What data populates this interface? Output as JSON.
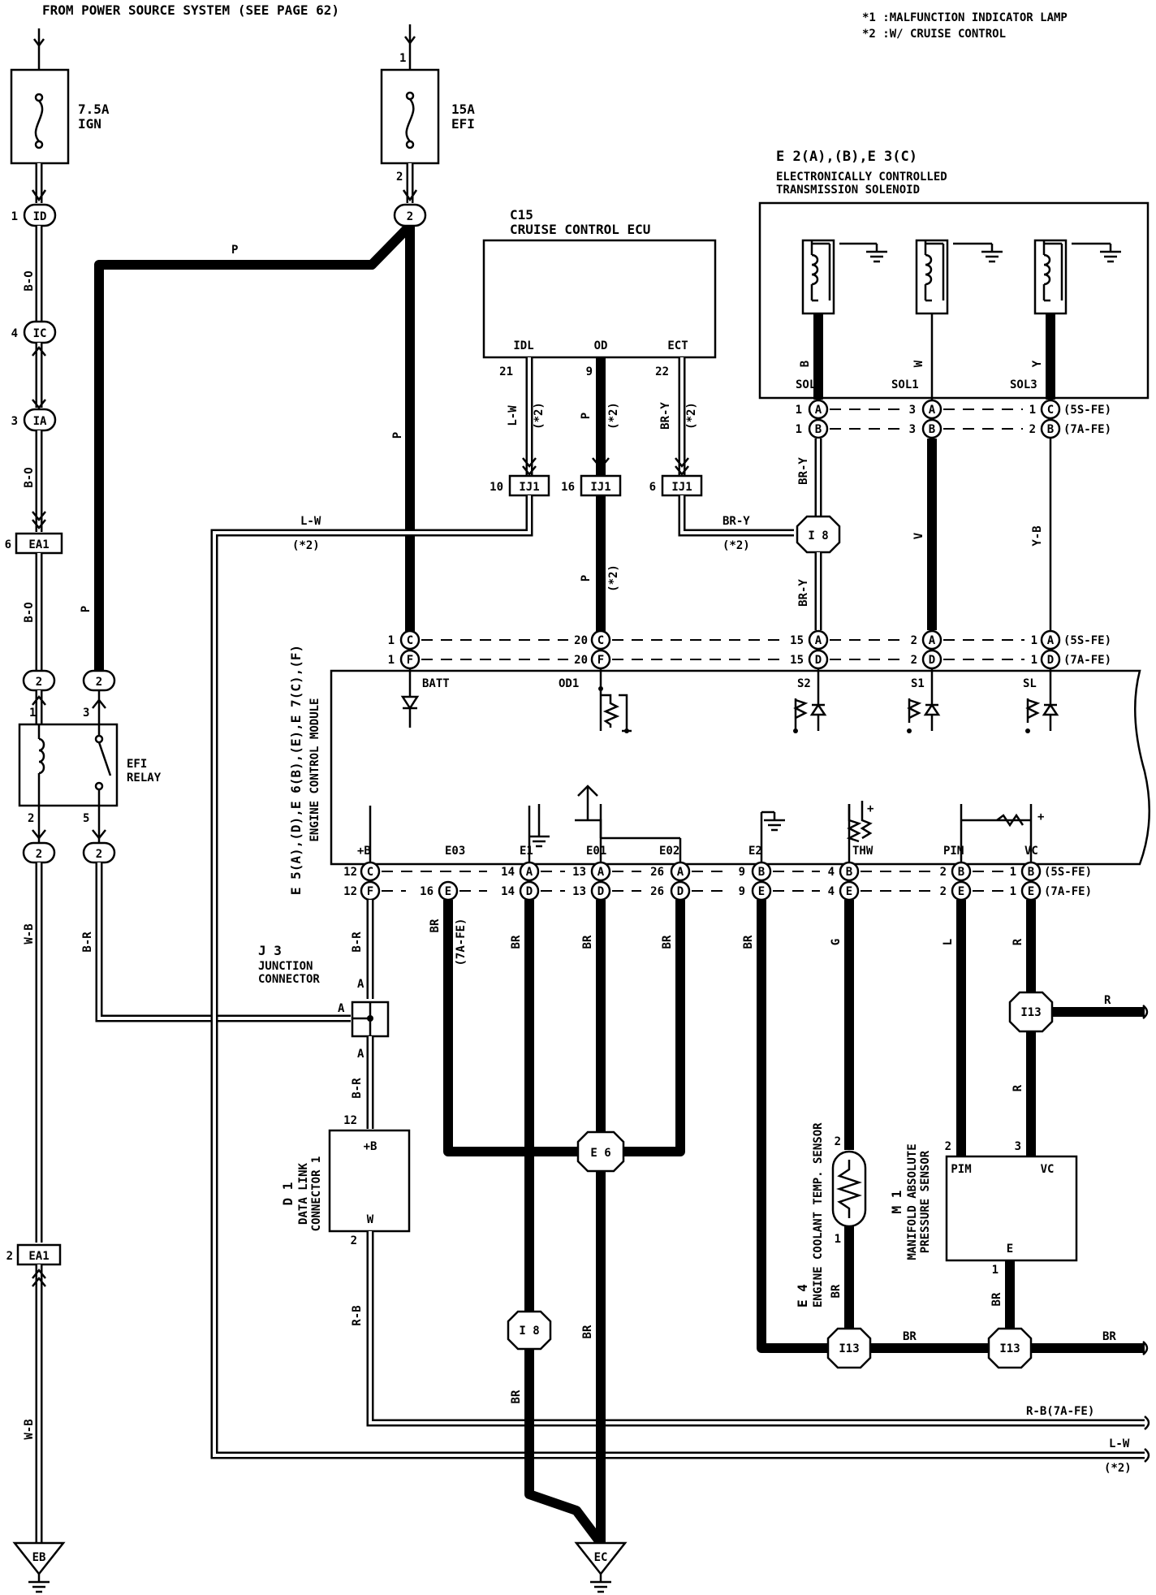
{
  "header": {
    "source": "FROM POWER SOURCE SYSTEM (SEE PAGE 62)",
    "note1": "*1 :MALFUNCTION INDICATOR LAMP",
    "note2": "*2 :W/ CRUISE CONTROL"
  },
  "fuses": {
    "ign_rating": "7.5A",
    "ign_name": "IGN",
    "efi_rating": "15A",
    "efi_name": "EFI",
    "efi_pin1": "1",
    "efi_pin2": "2"
  },
  "connectors": {
    "id": "ID",
    "ic": "IC",
    "ia": "IA",
    "ea1": "EA1",
    "pin1": "1",
    "pin2": "2",
    "pin3": "3",
    "pin4": "4",
    "pin5": "5",
    "pin6": "6",
    "pin10": "10",
    "pin12": "12",
    "pin16": "16",
    "ij1": "IJ1",
    "i8": "I 8",
    "i13": "I13",
    "e6": "E 6"
  },
  "wires": {
    "bo": "B-O",
    "p": "P",
    "lw": "L-W",
    "wb": "W-B",
    "br_r": "B-R",
    "bry": "BR-Y",
    "b": "B",
    "w": "W",
    "y": "Y",
    "v": "V",
    "yb": "Y-B",
    "br": "BR",
    "g": "G",
    "l": "L",
    "r": "R",
    "rb": "R-B",
    "rb_7a": "R-B(7A-FE)",
    "cc": "(*2)",
    "fe7a": "(7A-FE)"
  },
  "cruise_ecu": {
    "code": "C15",
    "name": "CRUISE CONTROL ECU",
    "idl": "IDL",
    "od": "OD",
    "ect": "ECT",
    "pin21": "21",
    "pin9": "9",
    "pin22": "22"
  },
  "solenoid": {
    "label": "E 2(A),(B),E 3(C)",
    "name1": "ELECTRONICALLY CONTROLLED",
    "name2": "TRANSMISSION SOLENOID",
    "sol2": "SOL2",
    "sol1": "SOL1",
    "sol3": "SOL3",
    "fe5s": "(5S-FE)",
    "fe7a": "(7A-FE)",
    "row1": [
      "1",
      "A",
      "3",
      "A",
      "1",
      "C"
    ],
    "row2": [
      "1",
      "B",
      "3",
      "B",
      "2",
      "B"
    ]
  },
  "ecm": {
    "label1": "E 5(A),(D),E 6(B),(E),E 7(C),(F)",
    "label2": "ENGINE CONTROL MODULE",
    "top_row1": [
      "1",
      "C",
      "20",
      "C",
      "15",
      "A",
      "2",
      "A",
      "1",
      "A"
    ],
    "top_row2": [
      "1",
      "F",
      "20",
      "F",
      "15",
      "D",
      "2",
      "D",
      "1",
      "D"
    ],
    "batt": "BATT",
    "od1": "OD1",
    "s2": "S2",
    "s1": "S1",
    "sl": "SL",
    "plus_b": "+B",
    "e03": "E03",
    "e1": "E1",
    "e01": "E01",
    "e02": "E02",
    "e2": "E2",
    "thw": "THW",
    "pim": "PIM",
    "vc": "VC",
    "bot_row1": [
      "12",
      "C",
      "14",
      "A",
      "13",
      "A",
      "26",
      "A",
      "9",
      "B",
      "4",
      "B",
      "2",
      "B",
      "1",
      "B"
    ],
    "bot_row2": [
      "12",
      "F",
      "16",
      "E",
      "14",
      "D",
      "13",
      "D",
      "26",
      "D",
      "9",
      "E",
      "4",
      "E",
      "2",
      "E",
      "1",
      "E"
    ]
  },
  "efi_relay": {
    "name1": "EFI",
    "name2": "RELAY"
  },
  "junction": {
    "code": "J 3",
    "name1": "JUNCTION",
    "name2": "CONNECTOR",
    "a": "A"
  },
  "dlc": {
    "code": "D 1",
    "name1": "DATA LINK",
    "name2": "CONNECTOR 1",
    "plus_b": "+B",
    "w": "W"
  },
  "coolant": {
    "code": "E 4",
    "name1": "ENGINE COOLANT TEMP. SENSOR"
  },
  "map_sensor": {
    "code": "M 1",
    "name1": "MANIFOLD ABSOLUTE",
    "name2": "PRESSURE SENSOR",
    "pim": "PIM",
    "vc": "VC",
    "e": "E"
  },
  "grounds": {
    "eb": "EB",
    "ec": "EC"
  }
}
